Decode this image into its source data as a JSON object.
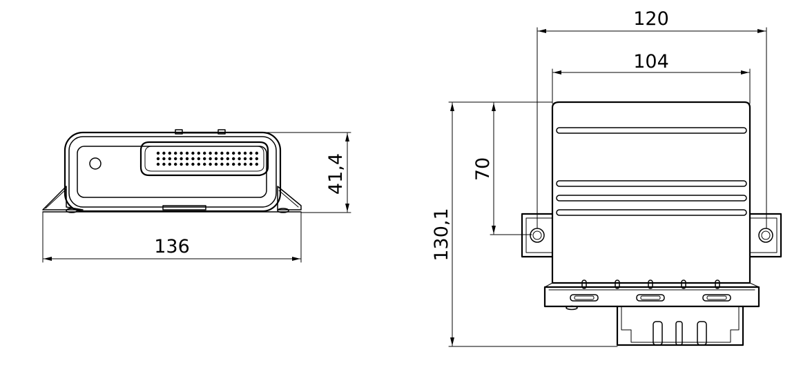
{
  "front_view": {
    "width_dim": "136",
    "height_dim": "41,4"
  },
  "top_view": {
    "overall_width_dim": "120",
    "body_width_dim": "104",
    "mount_offset_dim": "70",
    "overall_height_dim": "130,1"
  }
}
